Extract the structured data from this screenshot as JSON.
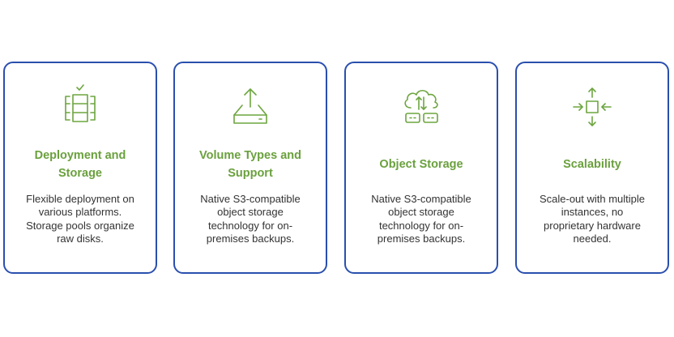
{
  "cards": [
    {
      "icon": "server-rack-check-icon",
      "title": "Deployment and Storage",
      "description": "Flexible deployment on various platforms. Storage pools organize raw disks."
    },
    {
      "icon": "upload-drive-icon",
      "title": "Volume Types and Support",
      "description": "Native S3-compatible object storage technology for on-premises backups."
    },
    {
      "icon": "cloud-sync-storage-icon",
      "title": "Object Storage",
      "description": "Native S3-compatible object storage technology for on-premises backups."
    },
    {
      "icon": "scale-arrows-icon",
      "title": "Scalability",
      "description": "Scale-out with multiple instances, no proprietary hardware needed."
    }
  ],
  "colors": {
    "border": "#2a4fae",
    "accent": "#6aa03d",
    "text": "#333333"
  }
}
